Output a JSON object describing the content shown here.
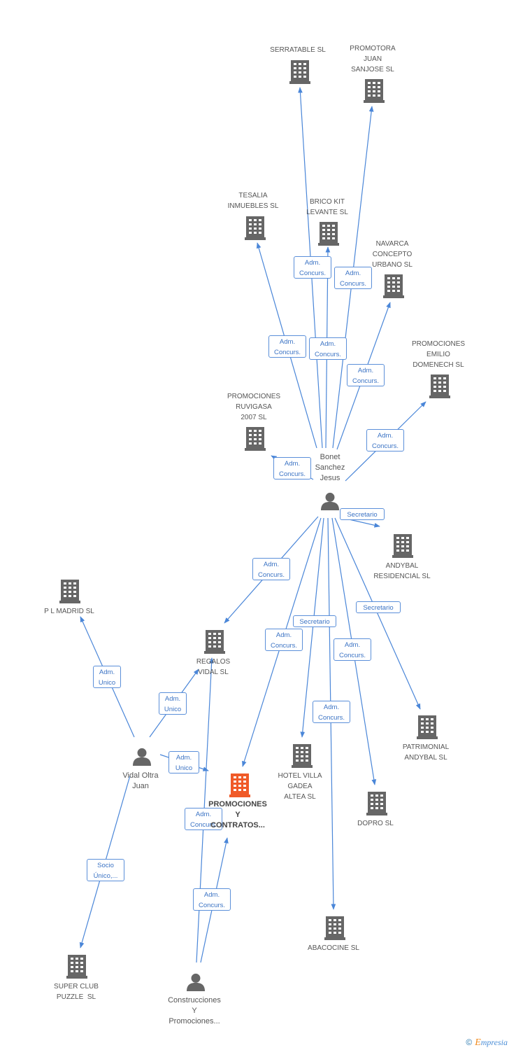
{
  "nodes": {
    "serratable": {
      "label": "SERRATABLE SL",
      "type": "company"
    },
    "promotora_juan": {
      "label": "PROMOTORA JUAN SANJOSE SL",
      "type": "company"
    },
    "tesalia": {
      "label": "TESALIA INMUEBLES SL",
      "type": "company"
    },
    "brico_kit": {
      "label": "BRICO KIT LEVANTE SL",
      "type": "company"
    },
    "navarca": {
      "label": "NAVARCA CONCEPTO URBANO SL",
      "type": "company"
    },
    "emilio": {
      "label": "PROMOCIONES EMILIO DOMENECH SL",
      "type": "company"
    },
    "ruvigasa": {
      "label": "PROMOCIONES RUVIGASA 2007 SL",
      "type": "company"
    },
    "bonet": {
      "label": "Bonet Sanchez Jesus",
      "type": "person"
    },
    "andybal_res": {
      "label": "ANDYBAL RESIDENCIAL SL",
      "type": "company"
    },
    "pl_madrid": {
      "label": "P L MADRID SL",
      "type": "company"
    },
    "regalos": {
      "label": "REGALOS VIDAL SL",
      "type": "company"
    },
    "patrimonial": {
      "label": "PATRIMONIAL ANDYBAL SL",
      "type": "company"
    },
    "vidal": {
      "label": "Vidal Oltra Juan",
      "type": "person"
    },
    "main": {
      "label": "PROMOCIONES Y CONTRATOS...",
      "type": "main"
    },
    "hotel": {
      "label": "HOTEL VILLA GADEA ALTEA SL",
      "type": "company"
    },
    "dopro": {
      "label": "DOPRO SL",
      "type": "company"
    },
    "abacocine": {
      "label": "ABACOCINE SL",
      "type": "company"
    },
    "super_club": {
      "label": "SUPER CLUB PUZZLE SL",
      "type": "company"
    },
    "construcciones": {
      "label": "Construcciones Y Promociones...",
      "type": "person"
    }
  },
  "edges": [
    {
      "from": "bonet",
      "to": "serratable",
      "label": "Adm. Concurs."
    },
    {
      "from": "bonet",
      "to": "promotora_juan",
      "label": "Adm. Concurs."
    },
    {
      "from": "bonet",
      "to": "tesalia",
      "label": "Adm. Concurs."
    },
    {
      "from": "bonet",
      "to": "brico_kit",
      "label": "Adm. Concurs."
    },
    {
      "from": "bonet",
      "to": "navarca",
      "label": "Adm. Concurs."
    },
    {
      "from": "bonet",
      "to": "emilio",
      "label": "Adm. Concurs."
    },
    {
      "from": "bonet",
      "to": "ruvigasa",
      "label": "Adm. Concurs."
    },
    {
      "from": "bonet",
      "to": "andybal_res",
      "label": "Secretario"
    },
    {
      "from": "bonet",
      "to": "regalos",
      "label": "Adm. Concurs."
    },
    {
      "from": "bonet",
      "to": "hotel",
      "label": "Secretario"
    },
    {
      "from": "bonet",
      "to": "main",
      "label": "Adm. Concurs."
    },
    {
      "from": "bonet",
      "to": "dopro",
      "label": "Adm. Concurs."
    },
    {
      "from": "bonet",
      "to": "abacocine",
      "label": "Adm. Concurs."
    },
    {
      "from": "bonet",
      "to": "patrimonial",
      "label": "Secretario"
    },
    {
      "from": "vidal",
      "to": "pl_madrid",
      "label": "Adm. Unico"
    },
    {
      "from": "vidal",
      "to": "regalos",
      "label": "Adm. Unico"
    },
    {
      "from": "vidal",
      "to": "main",
      "label": "Adm. Unico"
    },
    {
      "from": "vidal",
      "to": "super_club",
      "label": "Socio Único,..."
    },
    {
      "from": "construcciones",
      "to": "regalos",
      "label": "Adm. Concurs."
    },
    {
      "from": "construcciones",
      "to": "main",
      "label": "Adm. Concurs."
    }
  ],
  "colors": {
    "edge": "#4a86d8",
    "company_icon": "#666666",
    "main_icon": "#f05a28",
    "person_icon": "#666666"
  },
  "footer": {
    "copyright": "©",
    "brand_first": "E",
    "brand_rest": "mpresia"
  }
}
